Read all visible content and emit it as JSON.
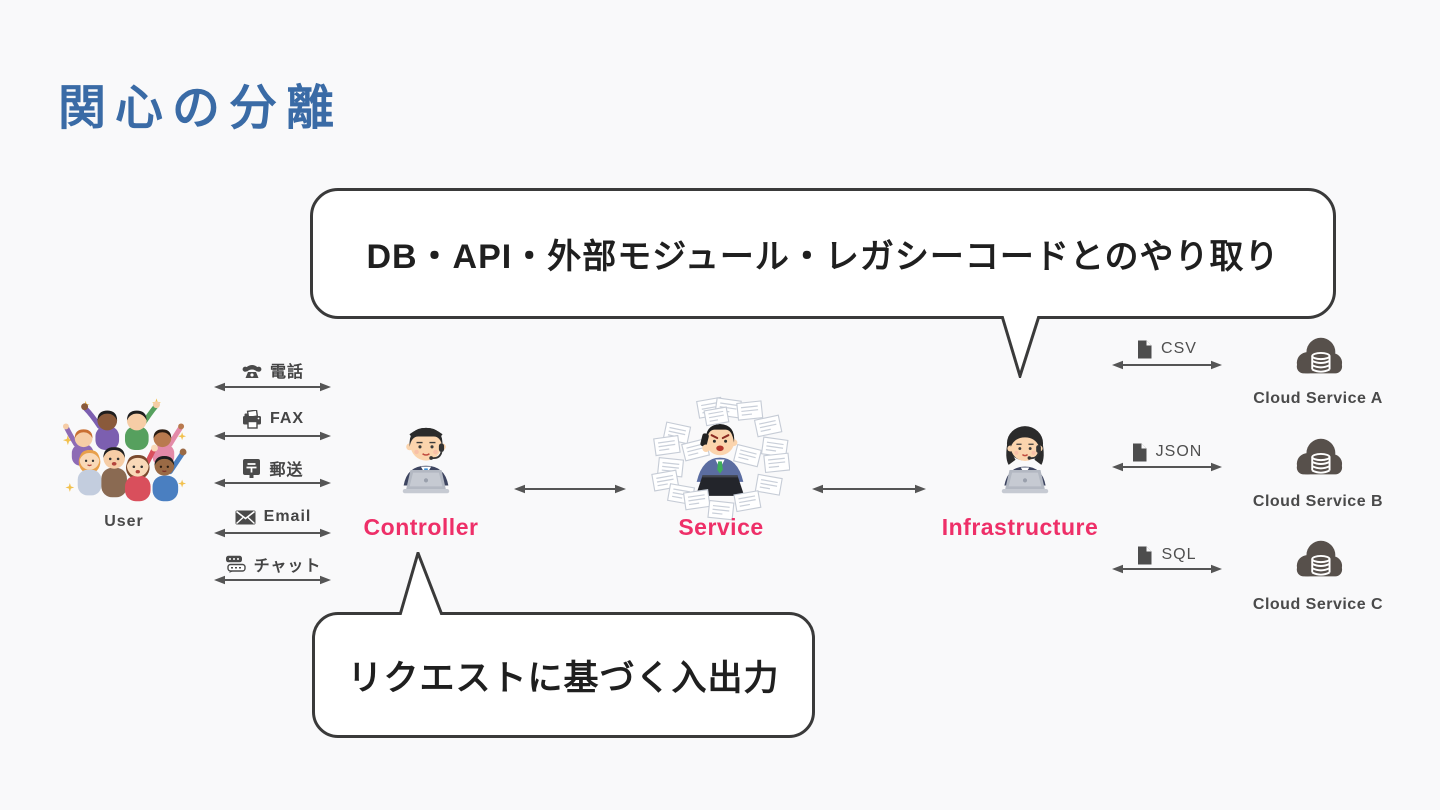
{
  "slide": {
    "title": "関心の分離"
  },
  "callouts": {
    "top": {
      "text": "DB・API・外部モジュール・レガシーコードとのやり取り"
    },
    "bottom": {
      "text": "リクエストに基づく入出力"
    }
  },
  "user": {
    "label": "User",
    "illustration": "cheering-crowd"
  },
  "channels": [
    {
      "icon": "phone-icon",
      "label": "電話"
    },
    {
      "icon": "fax-icon",
      "label": "FAX"
    },
    {
      "icon": "postal-icon",
      "label": "郵送"
    },
    {
      "icon": "email-icon",
      "label": "Email"
    },
    {
      "icon": "chat-icon",
      "label": "チャット"
    }
  ],
  "roles": [
    {
      "label": "Controller",
      "illustration": "operator-at-laptop"
    },
    {
      "label": "Service",
      "illustration": "busy-worker-with-papers"
    },
    {
      "label": "Infrastructure",
      "illustration": "operator-at-laptop-female"
    }
  ],
  "data_formats": [
    {
      "icon": "file-icon",
      "label": "CSV"
    },
    {
      "icon": "file-icon",
      "label": "JSON"
    },
    {
      "icon": "file-icon",
      "label": "SQL"
    }
  ],
  "cloud_services": [
    {
      "icon": "cloud-database-icon",
      "label": "Cloud Service A"
    },
    {
      "icon": "cloud-database-icon",
      "label": "Cloud Service B"
    },
    {
      "icon": "cloud-database-icon",
      "label": "Cloud Service C"
    }
  ],
  "colors": {
    "background": "#f9f9fa",
    "title": "#3a6ba6",
    "role_label": "#ee2f68",
    "text": "#4a4a4a",
    "arrow": "#555555",
    "bubble_border": "#3a3a3a"
  }
}
